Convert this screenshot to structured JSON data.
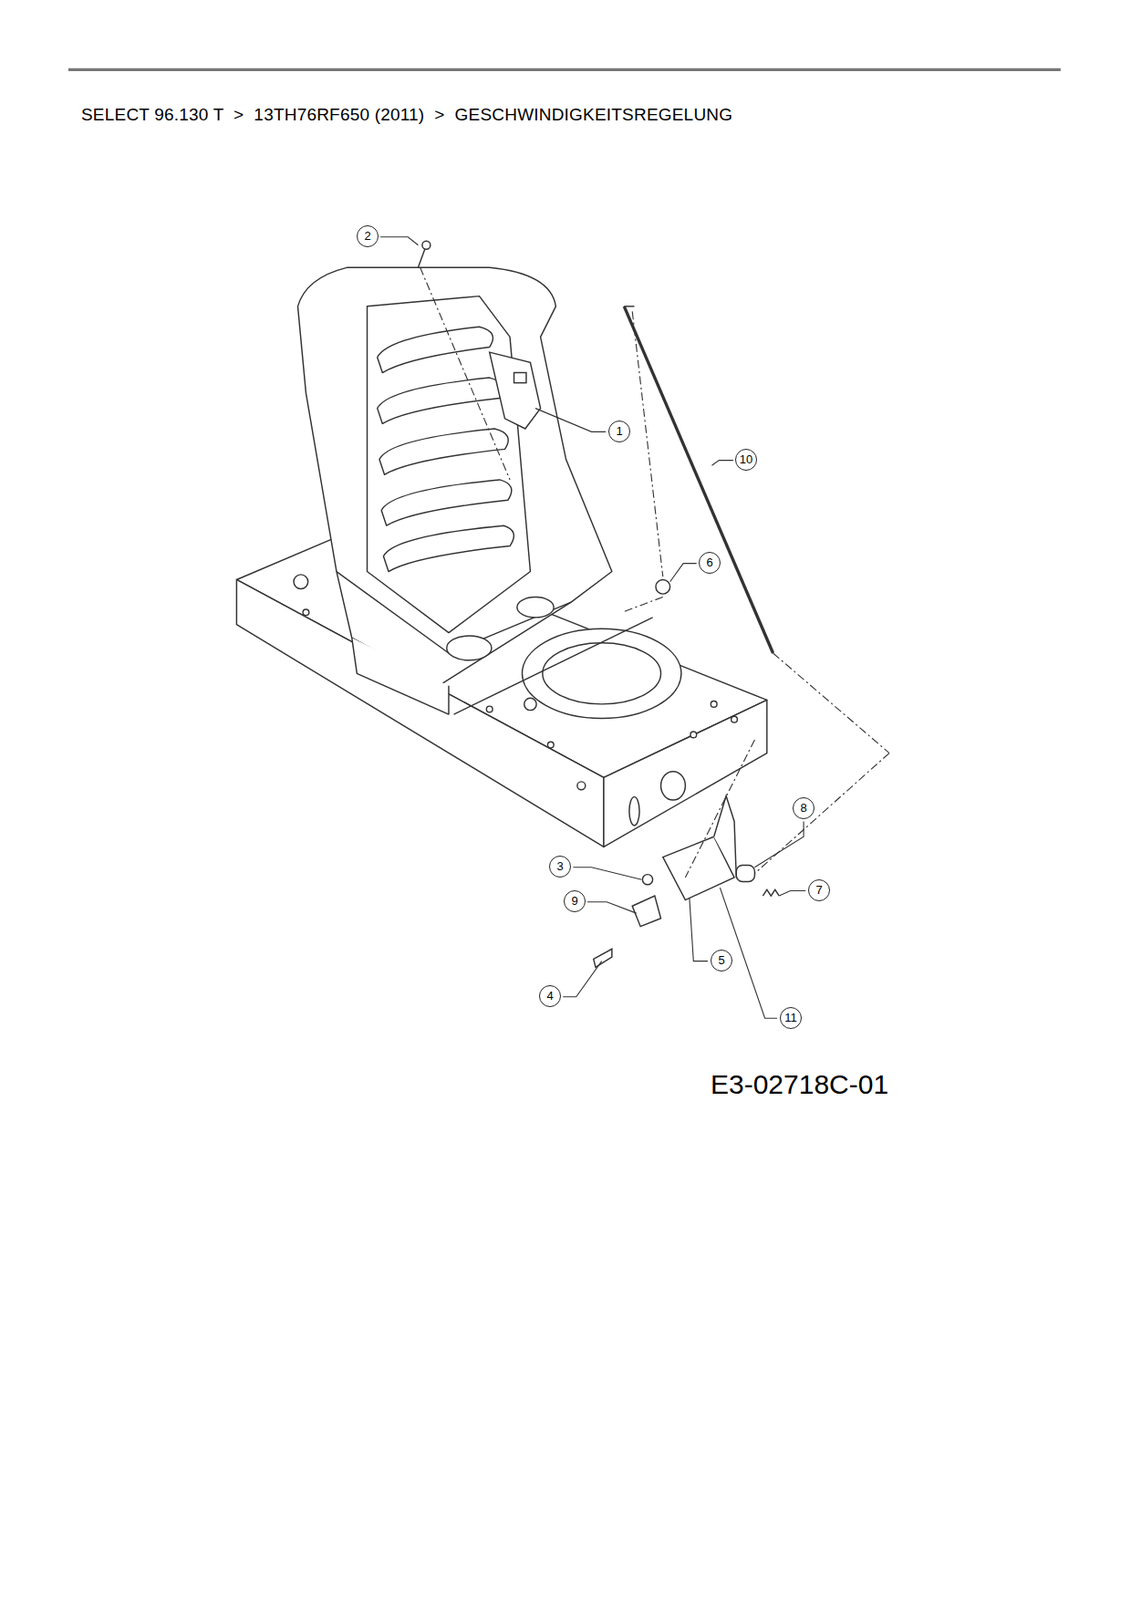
{
  "diagram": {
    "title": "SELECT 96.130 T  >  13TH76RF650 (2011)  >  GESCHWINDIGKEITSREGELUNG",
    "labels": [
      "2",
      "1",
      "10",
      "6",
      "8",
      "3",
      "7",
      "9",
      "5",
      "4",
      "11",
      "E3-02718C-01"
    ]
  }
}
